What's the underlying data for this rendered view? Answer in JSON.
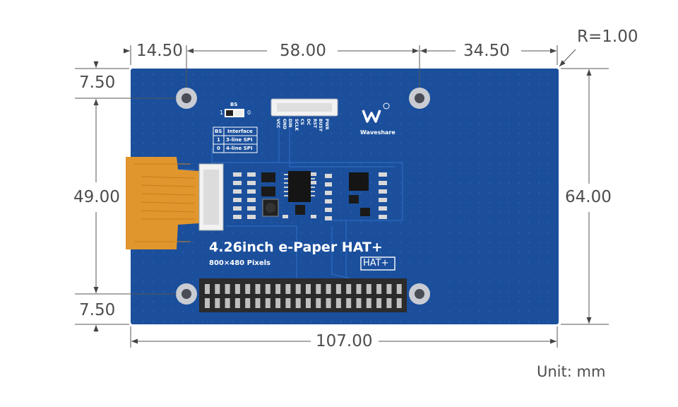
{
  "dimensions": {
    "top_left": "14.50",
    "top_mid": "58.00",
    "top_right": "34.50",
    "radius": "R=1.00",
    "left_top": "7.50",
    "left_mid": "49.00",
    "left_bottom": "7.50",
    "right_height": "64.00",
    "bottom_width": "107.00"
  },
  "unit": "Unit: mm",
  "board": {
    "title": "4.26inch e-Paper HAT+",
    "subtitle": "800×480 Pixels",
    "badge": "HAT+",
    "logo": "Waveshare",
    "bs_label": "BS",
    "bs_one": "1",
    "bs_zero": "0",
    "table": {
      "headers": [
        "BS",
        "Interface"
      ],
      "rows": [
        [
          "1",
          "3-line SPI"
        ],
        [
          "0",
          "4-line SPI"
        ]
      ]
    },
    "pins": [
      "VCC",
      "GND",
      "DIN",
      "SCLK",
      "CS",
      "DC",
      "RST",
      "BUSY",
      "PWR"
    ],
    "color": "#1b4f9c",
    "fpc_color": "#e0962c"
  }
}
